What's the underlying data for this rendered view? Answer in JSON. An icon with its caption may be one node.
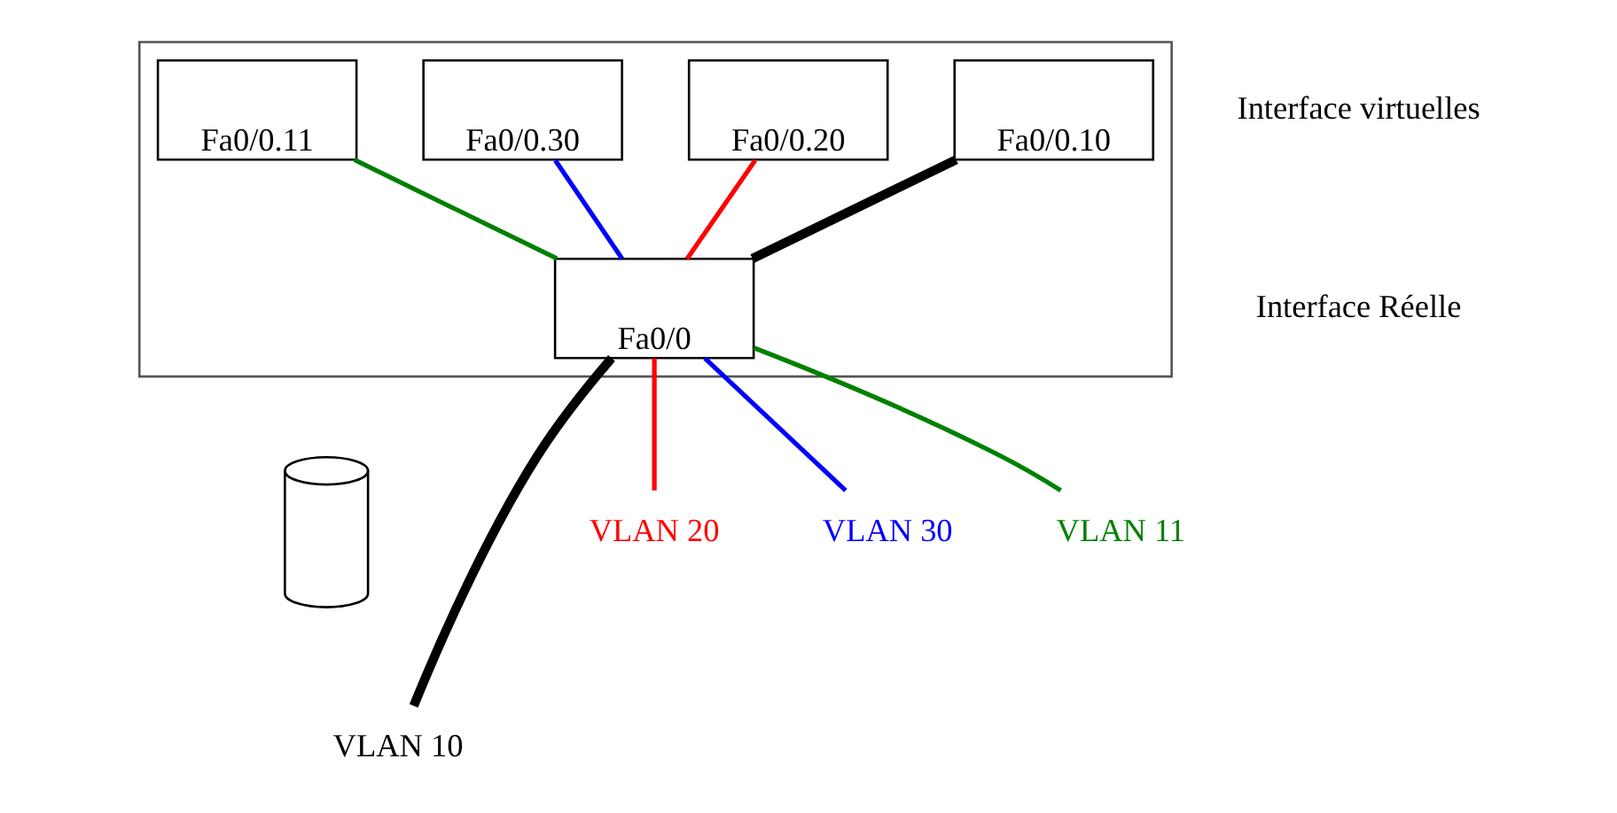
{
  "diagram": {
    "nodes": [
      {
        "text": [],
        "shape": "box"
      },
      {
        "text": [
          "Fa0/0.10"
        ],
        "in": 0
      },
      {
        "text": [
          "Fa0/0.20"
        ],
        "in": 0
      },
      {
        "text": [
          "Fa0/0.30"
        ],
        "in": 0
      },
      {
        "text": [
          "Fa0/0.11"
        ],
        "in": 0
      },
      {
        "text": [
          "Fa0/0"
        ],
        "in": 0
      },
      {
        "text": [],
        "shape": "cylinder"
      },
      {
        "text": [
          "VLAN 10"
        ]
      },
      {
        "text": [
          "VLAN 20"
        ]
      },
      {
        "text": [
          "VLAN 30"
        ]
      },
      {
        "text": [
          "VLAN 11"
        ]
      }
    ],
    "edges": [
      {
        "from": 1,
        "to": 5,
        "arrow": "none",
        "style": "thick",
        "color": "#000000"
      },
      {
        "from": 2,
        "to": 5,
        "arrow": "none",
        "color": "#ff0000"
      },
      {
        "from": 3,
        "to": 5,
        "arrow": "none",
        "color": "#0000ff"
      },
      {
        "from": 4,
        "to": 5,
        "arrow": "none",
        "color": "#008000"
      },
      {
        "from": 5,
        "to": 7,
        "arrow": "none",
        "style": "thick",
        "color": "#000000"
      },
      {
        "from": 5,
        "to": 8,
        "arrow": "none",
        "color": "#ff0000"
      },
      {
        "from": 5,
        "to": 9,
        "arrow": "none",
        "color": "#0000ff"
      },
      {
        "from": 5,
        "to": 10,
        "arrow": "none",
        "color": "#008000"
      }
    ],
    "labels": [
      "Interface virtuelles",
      "Interface Réelle"
    ]
  }
}
